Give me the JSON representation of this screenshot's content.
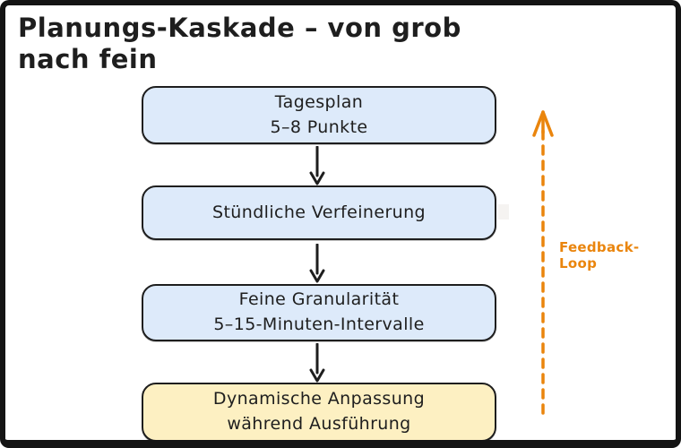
{
  "title": {
    "text": "Planungs-Kaskade – von grob nach fein"
  },
  "boxes": [
    {
      "name": "tagesplan",
      "lines": [
        "Tagesplan",
        "5–8 Punkte"
      ],
      "fill": "#ddeafa",
      "border": "#1e1e1e"
    },
    {
      "name": "stuendliche-verfeinerung",
      "lines": [
        "Stündliche Verfeinerung",
        ""
      ],
      "fill": "#ddeafa",
      "border": "#1e1e1e"
    },
    {
      "name": "feine-granularitaet",
      "lines": [
        "Feine Granularität",
        "5–15-Minuten-Intervalle"
      ],
      "fill": "#ddeafa",
      "border": "#1e1e1e"
    },
    {
      "name": "dynamische-anpassung",
      "lines": [
        "Dynamische Anpassung",
        "während Ausführung"
      ],
      "fill": "#fdf0c2",
      "border": "#1e1e1e"
    }
  ],
  "connectors": {
    "count": 3,
    "direction": "down",
    "color": "#1e1e1e"
  },
  "feedback": {
    "label": "Feedback-Loop",
    "color": "#ea850d",
    "direction": "up",
    "line_style": "dashed"
  },
  "canvas": {
    "background": "#ffffff",
    "frame_color": "#141414"
  }
}
